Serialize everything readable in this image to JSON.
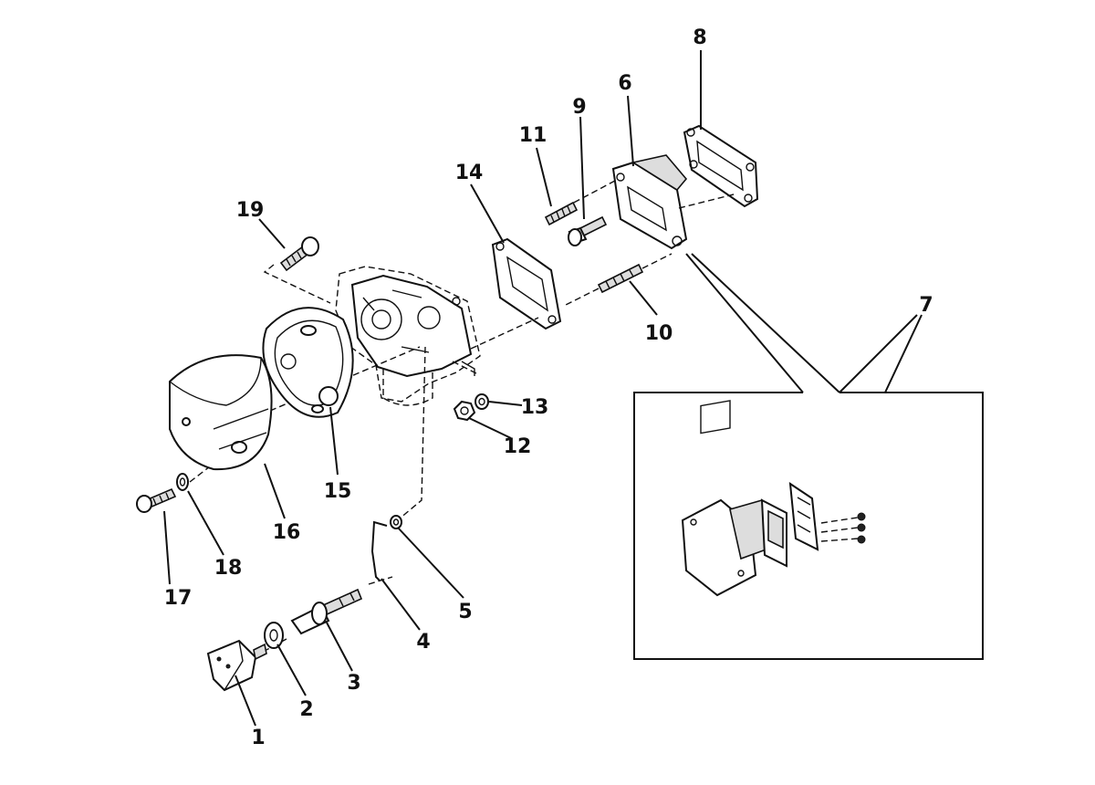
{
  "callouts": [
    {
      "id": "1",
      "label": "1"
    },
    {
      "id": "2",
      "label": "2"
    },
    {
      "id": "3",
      "label": "3"
    },
    {
      "id": "4",
      "label": "4"
    },
    {
      "id": "5",
      "label": "5"
    },
    {
      "id": "6",
      "label": "6"
    },
    {
      "id": "7",
      "label": "7"
    },
    {
      "id": "8",
      "label": "8"
    },
    {
      "id": "9",
      "label": "9"
    },
    {
      "id": "10",
      "label": "10"
    },
    {
      "id": "11",
      "label": "11"
    },
    {
      "id": "12",
      "label": "12"
    },
    {
      "id": "13",
      "label": "13"
    },
    {
      "id": "14",
      "label": "14"
    },
    {
      "id": "15",
      "label": "15"
    },
    {
      "id": "16",
      "label": "16"
    },
    {
      "id": "17",
      "label": "17"
    },
    {
      "id": "18",
      "label": "18"
    },
    {
      "id": "19",
      "label": "19"
    }
  ],
  "colors": {
    "ink": "#111111",
    "background": "#ffffff"
  }
}
